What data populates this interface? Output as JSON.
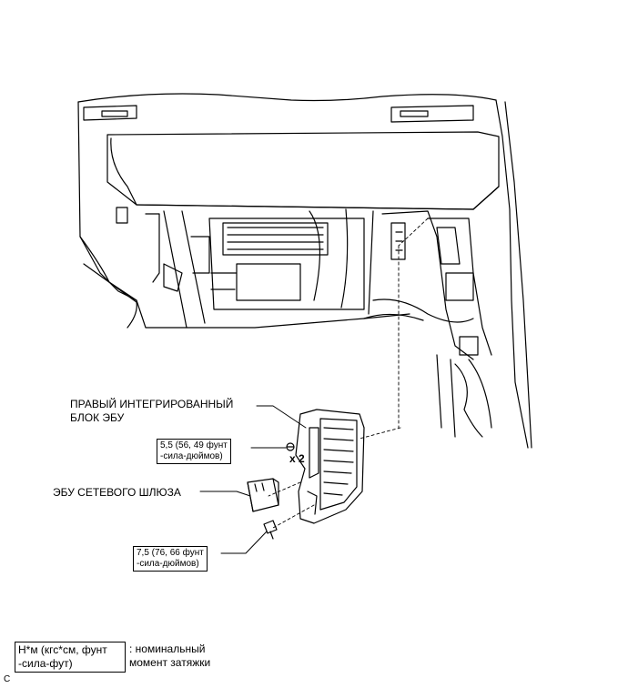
{
  "labels": {
    "right_ecu_line1": "ПРАВЫЙ ИНТЕГРИРОВАННЫЙ",
    "right_ecu_line2": "БЛОК ЭБУ",
    "gateway_ecu": "ЭБУ СЕТЕВОГО ШЛЮЗА"
  },
  "torque": {
    "upper_line1": "5,5 (56, 49 фунт",
    "upper_line2": "-сила-дюймов)",
    "upper_qty": "x 2",
    "lower_line1": "7,5 (76, 66 фунт",
    "lower_line2": "-сила-дюймов)"
  },
  "legend": {
    "box_line1": "Н*м (кгс*см, фунт",
    "box_line2": "-сила-фут)",
    "text_line1": ": номинальный",
    "text_line2": "момент затяжки"
  },
  "corner_mark": "C"
}
